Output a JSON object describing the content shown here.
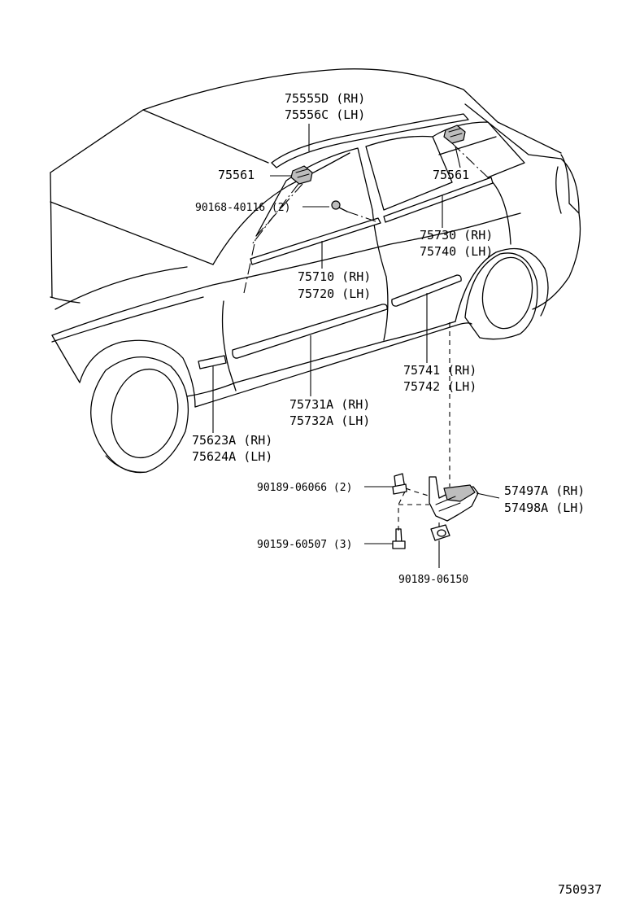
{
  "labels": {
    "roof_molding_rh": "75555D (RH)",
    "roof_molding_lh": "75556C (LH)",
    "clip_front": "75561",
    "clip_rear": "75561",
    "screw": "90168-40116 (2)",
    "rear_belt_rh": "75730 (RH)",
    "rear_belt_lh": "75740 (LH)",
    "front_belt_rh": "75710 (RH)",
    "front_belt_lh": "75720 (LH)",
    "rear_side_rh": "75741 (RH)",
    "rear_side_lh": "75742 (LH)",
    "front_side_rh": "75731A (RH)",
    "front_side_lh": "75732A (LH)",
    "fender_rh": "75623A (RH)",
    "fender_lh": "75624A (LH)",
    "nut_a": "90189-06066 (2)",
    "bolt": "90159-60507 (3)",
    "nut_b": "90189-06150",
    "bracket_rh": "57497A (RH)",
    "bracket_lh": "57498A (LH)",
    "figure_number": "750937"
  }
}
